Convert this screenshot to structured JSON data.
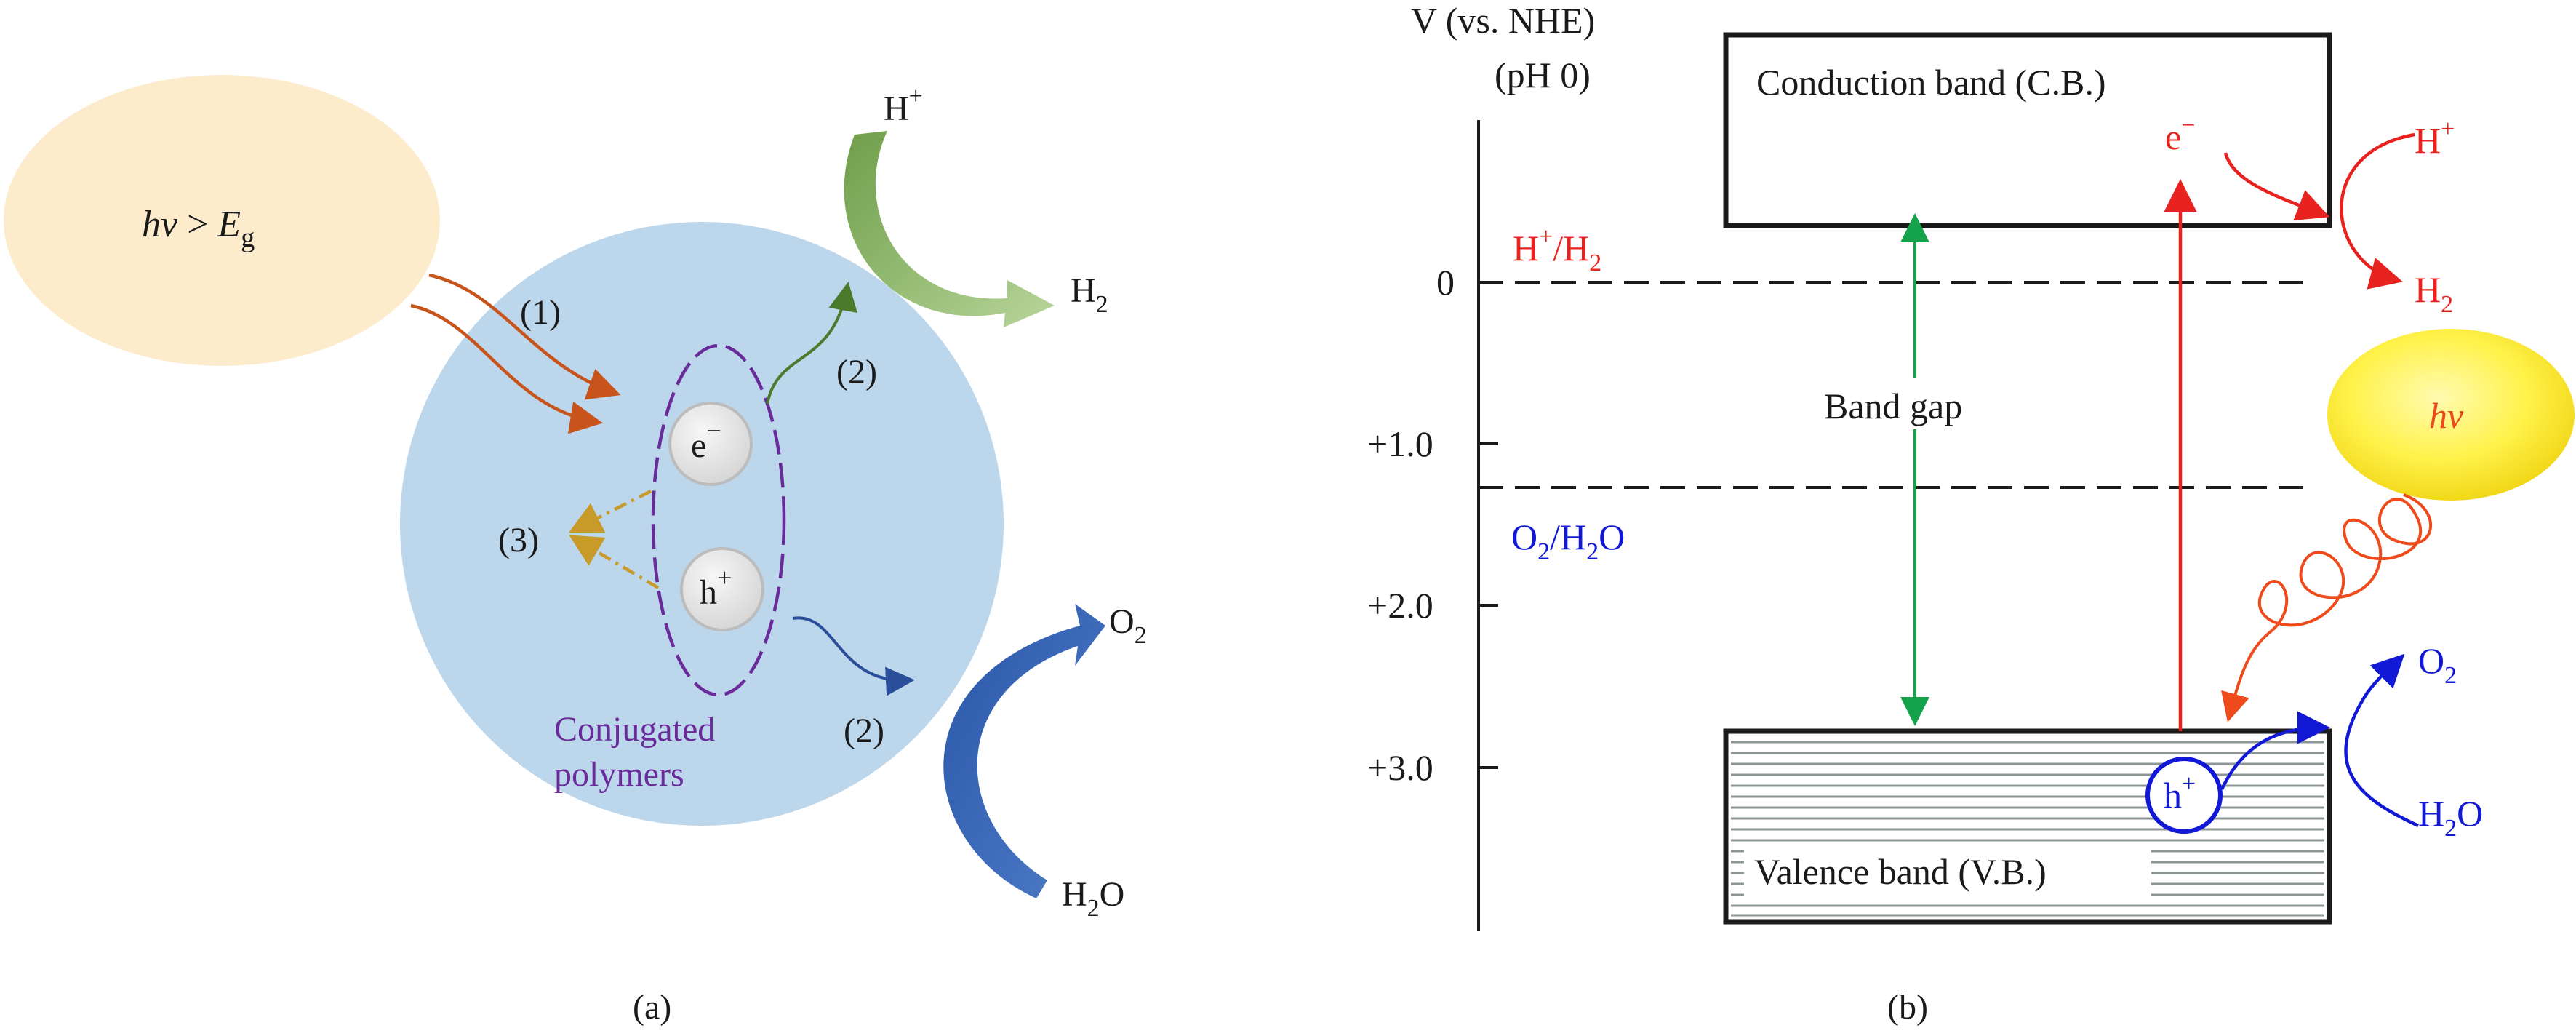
{
  "panel_a": {
    "caption": "(a)",
    "light": {
      "h": "h",
      "nu": "ν",
      "gt": " > ",
      "E": "E",
      "sub": "g"
    },
    "step1": "(1)",
    "step2_top": "(2)",
    "step2_bottom": "(2)",
    "step3": "(3)",
    "electron": {
      "base": "e",
      "sup": "−"
    },
    "hole": {
      "base": "h",
      "sup": "+"
    },
    "proton": {
      "base": "H",
      "sup": "+"
    },
    "hydrogen": {
      "base": "H",
      "sub": "2"
    },
    "oxygen": {
      "base": "O",
      "sub": "2"
    },
    "water": {
      "base": "H",
      "sub": "2",
      "tail": "O"
    },
    "material_line1": "Conjugated",
    "material_line2": "polymers",
    "colors": {
      "sphere": "#bcd6ec",
      "light_blob": "#fdeccc",
      "orange_arrow": "#c8541b",
      "green_arrow": "#4a7a2c",
      "dash_arrow": "#c79a2a",
      "blue_arrow": "#2a4e99",
      "purple": "#6a2b9a"
    }
  },
  "panel_b": {
    "caption": "(b)",
    "axis_title_line1": "V (vs. NHE)",
    "axis_title_line2": "(pH 0)",
    "ticks": [
      "0",
      "+1.0",
      "+2.0",
      "+3.0"
    ],
    "cb_label": "Conduction band (C.B.)",
    "vb_label": "Valence band (V.B.)",
    "band_gap_label": "Band gap",
    "h_couple": {
      "base": "H",
      "sup": "+",
      "slash": "/H",
      "sub": "2"
    },
    "o_couple": {
      "base": "O",
      "sub": "2",
      "slash": "/H",
      "sub2": "2",
      "tail": "O"
    },
    "electron": {
      "base": "e",
      "sup": "−"
    },
    "hole": {
      "base": "h",
      "sup": "+"
    },
    "proton": {
      "base": "H",
      "sup": "+"
    },
    "hydrogen": {
      "base": "H",
      "sub": "2"
    },
    "oxygen": {
      "base": "O",
      "sub": "2"
    },
    "water": {
      "base": "H",
      "sub": "2",
      "tail": "O"
    },
    "light_label": "hν",
    "potentials_V": {
      "H+/H2": 0.0,
      "O2/H2O": 1.23
    },
    "colors": {
      "red": "#e8231f",
      "blue": "#1219d6",
      "green": "#14a34a",
      "orange": "#ee4a1b",
      "sun": "#fff04a"
    }
  }
}
